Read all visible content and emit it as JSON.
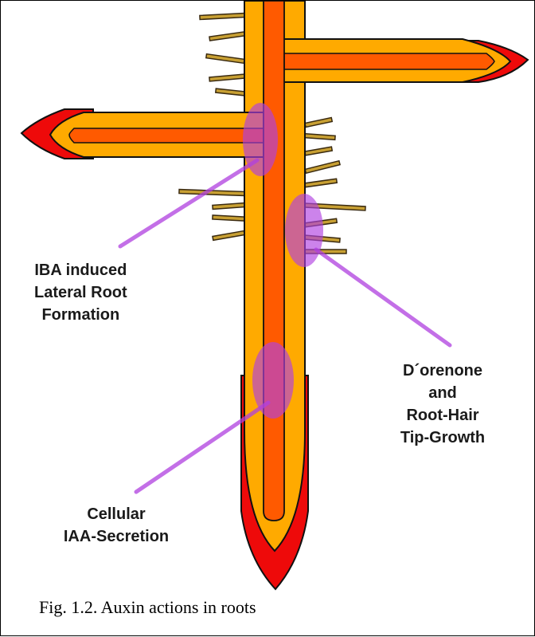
{
  "figure": {
    "caption": "Fig. 1.2. Auxin actions in roots",
    "colors": {
      "cortex": "#FFAA00",
      "stele": "#FF5A00",
      "tip": "#EE0A0A",
      "hair": "#C8A033",
      "highlight": "#B040E0",
      "outline": "#111111"
    }
  },
  "labels": {
    "lateral_root": [
      "IBA induced",
      "Lateral Root",
      "Formation"
    ],
    "root_hair": [
      "D´orenone",
      "and",
      "Root-Hair",
      "Tip-Growth"
    ],
    "secretion": [
      "Cellular",
      "IAA-Secretion"
    ]
  }
}
